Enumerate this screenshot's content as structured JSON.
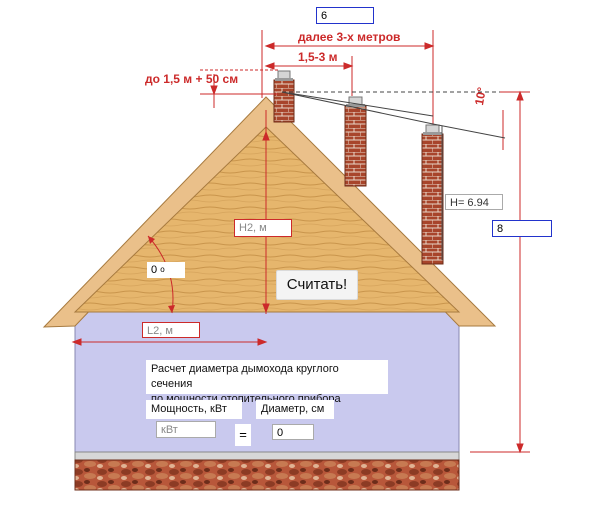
{
  "inputs": {
    "distance_value": "6",
    "h2_placeholder": "H2, м",
    "angle_value": "0",
    "angle_unit": "о",
    "l2_placeholder": "L2, м",
    "height_result": "H= 6.94",
    "total_height_value": "8",
    "power_placeholder": "кВт",
    "diameter_value": "0"
  },
  "labels": {
    "further_than_3m": "далее 3-х метров",
    "range_1_5_3m": "1,5-3 м",
    "up_to_1_5m": "до 1,5 м + 50 см",
    "angle_10": "10°"
  },
  "calc_button": "Считать!",
  "panel": {
    "title_line1": "Расчет диаметра дымохода круглого сечения",
    "title_line2": "по мощности отопительного прибора",
    "power_label": "Мощность, кВт",
    "diameter_label": "Диаметр, см",
    "equals": "="
  },
  "colors": {
    "wall": "#c9c9ee",
    "roof": "#e3b46a",
    "brick": "#a4442a",
    "dimension": "#cc2a2a"
  }
}
